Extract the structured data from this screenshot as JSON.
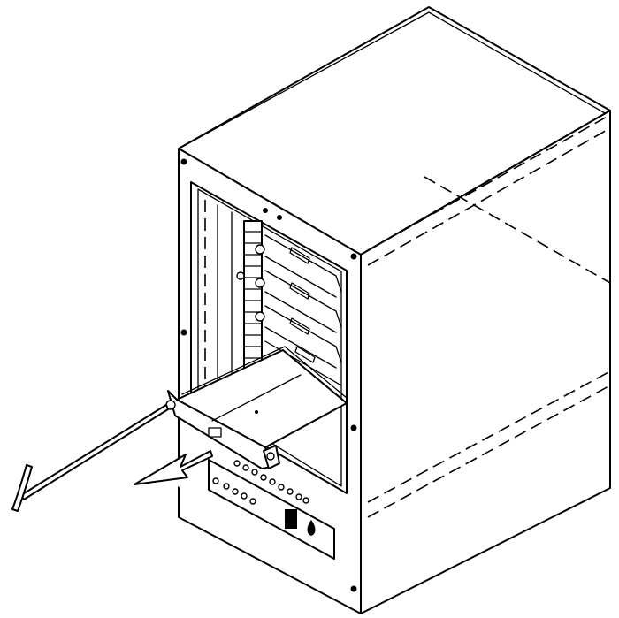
{
  "figure": {
    "subject": "",
    "colors": {
      "line": "#000000",
      "background": "#ffffff"
    },
    "parts": {
      "chassis": "nas-chassis",
      "bay": "drive-bay",
      "tray": "drive-tray",
      "tool": "hex-key-tool",
      "arrow": "pull-direction-arrow",
      "panel": "front-panel"
    }
  }
}
